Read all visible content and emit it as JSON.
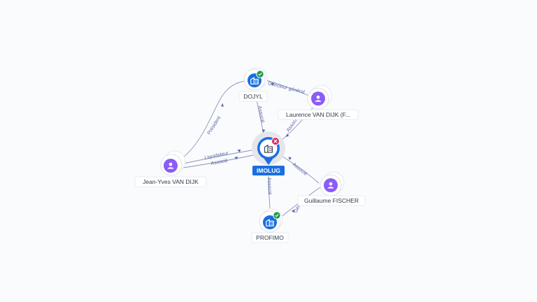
{
  "nodes": {
    "center": {
      "label": "IMOLUG",
      "type": "company",
      "status": "closed",
      "status_color": "#e0245e"
    },
    "dojyl": {
      "label": "DOJYL",
      "type": "company",
      "status": "active",
      "status_color": "#1e9e4a"
    },
    "profimo": {
      "label": "PROFIMO",
      "type": "company",
      "status": "active",
      "status_color": "#1e9e4a"
    },
    "laurence": {
      "label": "Laurence VAN DIJK (F...",
      "type": "person"
    },
    "jeanyves": {
      "label": "Jean-Yves VAN DIJK",
      "type": "person"
    },
    "guillaume": {
      "label": "Guillaume FISCHER",
      "type": "person"
    }
  },
  "edges": {
    "jy_dojyl": "Président",
    "dojyl_center": "Associé",
    "laurence_dojyl": "Directeur général",
    "laurence_center": "Associé",
    "jy_center_1": "Liquidateur",
    "jy_center_2": "Associé",
    "guillaume_center": "Associé",
    "center_profimo": "Associé",
    "guillaume_profimo": "Gérant"
  },
  "icons": {
    "person": "person-icon",
    "company": "building-icon",
    "active": "check-badge-icon",
    "closed": "close-badge-icon"
  },
  "colors": {
    "person": "#8b5cf6",
    "company": "#1a6fe0",
    "edge": "#8a93b8",
    "edge_label": "#5a66a8"
  }
}
